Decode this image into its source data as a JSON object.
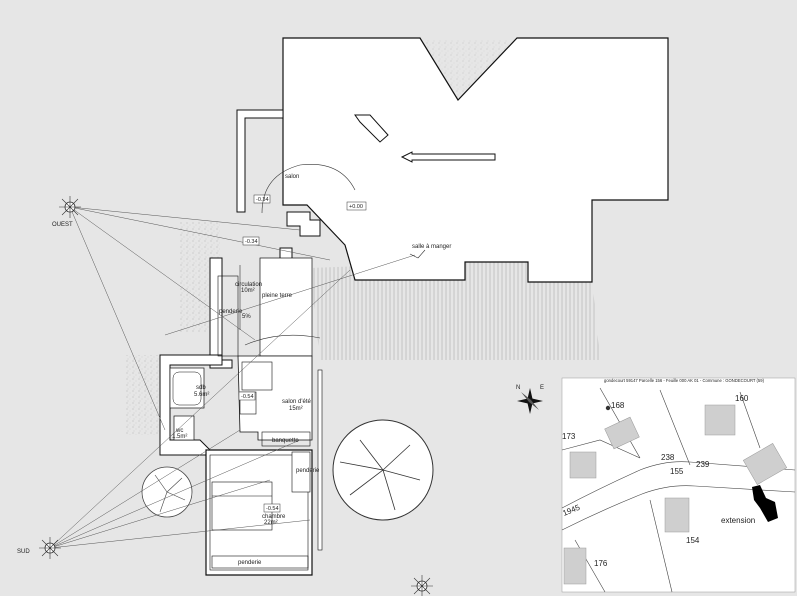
{
  "compass_labels": {
    "ouest": "OUEST",
    "sud": "SUD"
  },
  "rooms": {
    "salon": "salon",
    "salle_a_manger": "salle à manger",
    "circulation": "circulation",
    "circulation_area": "10m²",
    "pleine_terre": "pleine terre",
    "penderie_left": "penderie",
    "slope": "5%",
    "sdb": "sdb",
    "sdb_area": "5.6m²",
    "wc": "wc",
    "wc_area": "1.5m²",
    "salon_ete": "salon d'été",
    "salon_ete_area": "15m²",
    "banquette": "banquette",
    "penderie_right": "penderie",
    "chambre": "chambre",
    "chambre_area": "22m²",
    "penderie_bottom": "penderie"
  },
  "levels": {
    "salon_level": "-0.34",
    "ref_level": "+0.00",
    "circulation_level": "-0.34",
    "salon_ete_level": "-0.54",
    "chambre_level": "-0.54"
  },
  "location_map": {
    "header": "gondecourt 59147     Parcelle 156 - Feuille 000 AK 01 - Commune : GONDECOURT (59)",
    "parcels": [
      "168",
      "160",
      "173",
      "238",
      "155",
      "239",
      "154",
      "176"
    ],
    "street_number": "1945",
    "extension_label": "extension"
  },
  "colors": {
    "background": "#e6e6e6",
    "wall": "#ffffff",
    "stroke": "#111111",
    "highlight": "#000000"
  }
}
